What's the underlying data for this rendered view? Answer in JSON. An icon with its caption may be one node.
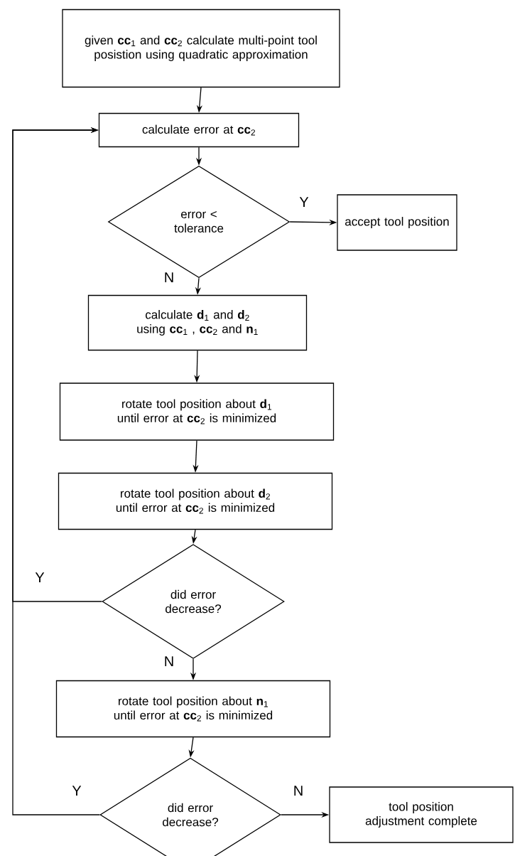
{
  "diagram": {
    "nodes": [
      {
        "text": [
          "given **cc**$_{1}$ and **cc**$_{2}$ calculate multi-point tool posistion using quadratic approximation"
        ]
      },
      {
        "text": [
          "calculate error at **cc**$_{2}$"
        ]
      },
      {
        "text": [
          "error < tolerance"
        ]
      },
      {
        "text": [
          "accept tool position"
        ]
      },
      {
        "text": [
          "calculate **d**$_{1}$ and **d**$_{2}$ using **cc**$_{1}$ , **cc**$_{2}$  and **n**$_{1}$"
        ]
      },
      {
        "text": [
          "rotate tool position about **d**$_{1}$ until error at **cc**$_{2}$ is minimized"
        ]
      },
      {
        "text": [
          "rotate tool position about **d**$_{2}$ until error at **cc**$_{2}$ is minimized"
        ]
      },
      {
        "text": [
          "did error decrease?"
        ]
      },
      {
        "text": [
          "rotate tool position about **n**$_{1}$ until error at **cc**$_{2}$ is minimized"
        ]
      },
      {
        "text": [
          "did error decrease?"
        ]
      },
      {
        "text": [
          "tool position adjustment complete"
        ]
      }
    ],
    "edges": [
      {
        "from": 0,
        "to": 1,
        "arrow": "to"
      },
      {
        "from": 1,
        "to": 2,
        "arrow": "to"
      },
      {
        "from": 2,
        "to": 3,
        "arrow": "to",
        "label": "Y"
      },
      {
        "from": 2,
        "to": 4,
        "arrow": "to",
        "label": "N"
      },
      {
        "from": 4,
        "to": 5,
        "arrow": "to"
      },
      {
        "from": 5,
        "to": 6,
        "arrow": "to"
      },
      {
        "from": 6,
        "to": 7,
        "arrow": "to"
      },
      {
        "from": 7,
        "to": 1,
        "arrow": "to",
        "label": "Y"
      },
      {
        "from": 7,
        "to": 8,
        "arrow": "to",
        "label": "N"
      },
      {
        "from": 8,
        "to": 9,
        "arrow": "to"
      },
      {
        "from": 9,
        "to": 10,
        "arrow": "to",
        "label": "N"
      },
      {
        "from": 9,
        "to": 1,
        "arrow": "to",
        "label": "Y"
      }
    ]
  }
}
